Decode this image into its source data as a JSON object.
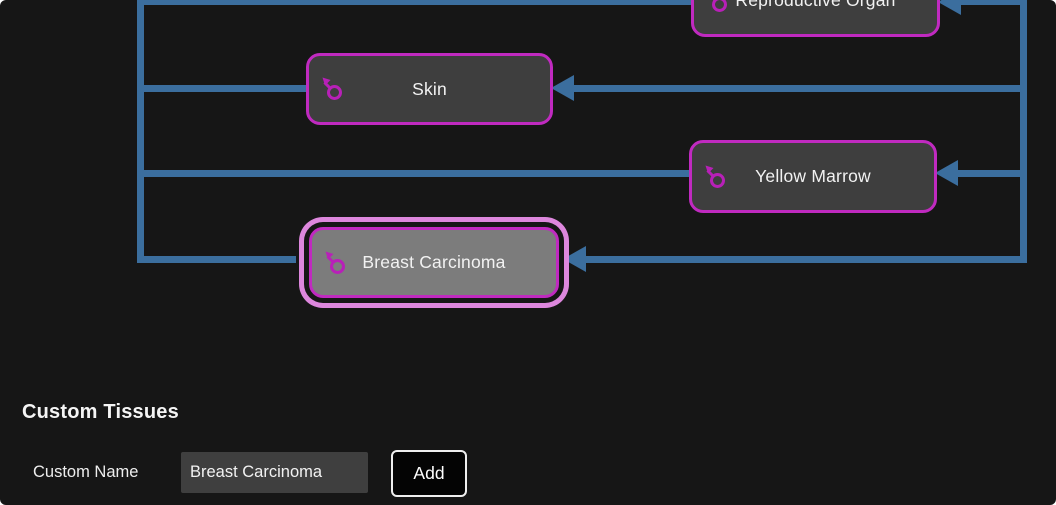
{
  "diagram": {
    "colors": {
      "background": "#161616",
      "edge_blue": "#3b6e9e",
      "node_border_magenta": "#c02ac0",
      "node_fill": "#3e3e3e",
      "selected_node_fill": "#7c7c7c",
      "selection_ring_pink": "#dd87dd",
      "icon_magenta": "#b820b8",
      "node_text": "#f2f2f2"
    },
    "nodes": [
      {
        "label": "Reproductive Organ",
        "selected": false
      },
      {
        "label": "Skin",
        "selected": false
      },
      {
        "label": "Yellow Marrow",
        "selected": false
      },
      {
        "label": "Breast Carcinoma",
        "selected": true
      }
    ]
  },
  "custom_tissues": {
    "heading": "Custom Tissues",
    "name_label": "Custom Name",
    "name_value": "Breast Carcinoma",
    "add_button_label": "Add"
  }
}
